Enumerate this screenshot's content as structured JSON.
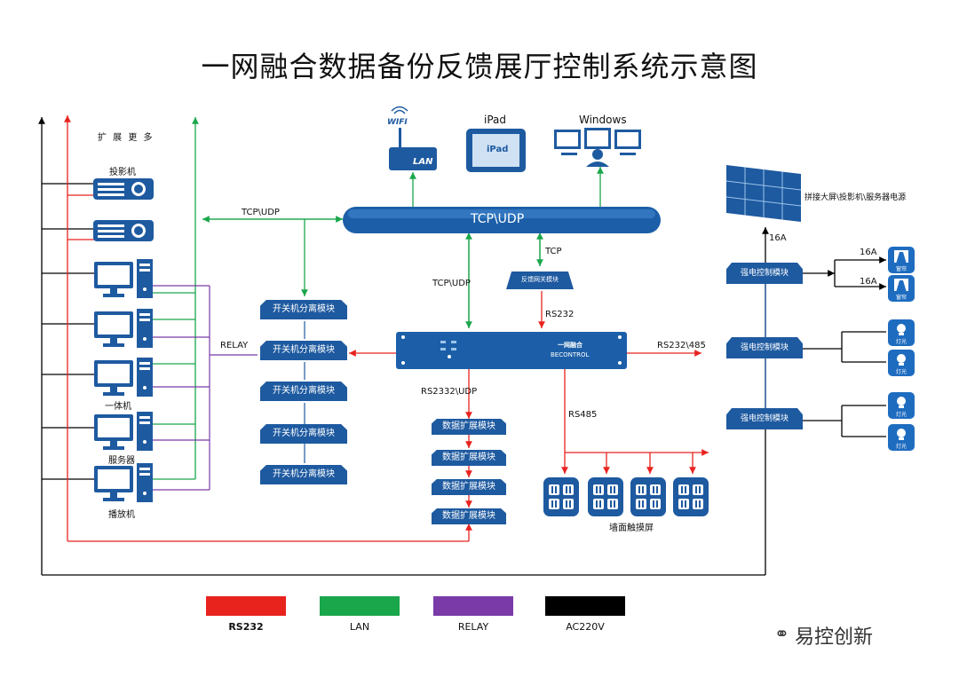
{
  "title": "一网融合数据备份反馈展厅控制系统示意图",
  "colors": {
    "rs232": "#e8231e",
    "lan": "#1aa64b",
    "relay": "#7a3aa8",
    "ac220v": "#000000",
    "device": "#1e5aa0",
    "bus": "#1c5fa8"
  },
  "labels": {
    "expand_more": "扩 展 更 多",
    "projector": "投影机",
    "allinone": "一体机",
    "server": "服务器",
    "player": "播放机",
    "wifi": "WIFI",
    "lan_tag": "LAN",
    "ipad_top": "iPad",
    "ipad_screen": "iPad",
    "windows": "Windows",
    "bus": "TCP\\UDP",
    "tcp_udp_left": "TCP\\UDP",
    "tcp_udp_mid": "TCP\\UDP",
    "tcp": "TCP",
    "feedback_module": "反馈网关模块",
    "rs232_mid": "RS232",
    "relay": "RELAY",
    "switch_module": "开关机分离模块",
    "controller_name": "一网融合",
    "controller_brand": "BECONTROL",
    "rs232_485": "RS232\\485",
    "rs2332_udp": "RS2332\\UDP",
    "rs485": "RS485",
    "data_module": "数据扩展模块",
    "touch_panel": "墙面触摸屏",
    "wall_label": "拼接大屏\\投影机\\服务器电源",
    "amp_16a": "16A",
    "power_module": "强电控制模块",
    "curtain": "窗帘",
    "light": "灯光"
  },
  "legend": [
    {
      "label": "RS232",
      "color": "#e8231e",
      "bold": true
    },
    {
      "label": "LAN",
      "color": "#1aa64b",
      "bold": false
    },
    {
      "label": "RELAY",
      "color": "#7a3aa8",
      "bold": false
    },
    {
      "label": "AC220V",
      "color": "#000000",
      "bold": false
    }
  ],
  "watermark": "易控创新"
}
